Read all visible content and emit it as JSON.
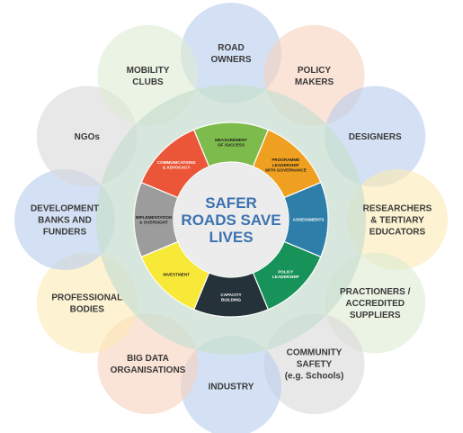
{
  "colors": {
    "ring": "#c9dfd2",
    "center": "#ececec",
    "center_text": "#3b72b0",
    "outer_text": "#3a3a3a"
  },
  "center": {
    "lines": [
      "SAFER",
      "ROADS SAVE",
      "LIVES"
    ]
  },
  "segments": [
    {
      "lines": [
        "MEASUREMENT",
        "OF SUCCESS"
      ],
      "color": "#7dbb4c",
      "text_color": "#1f1f1f"
    },
    {
      "lines": [
        "PROGRAMME",
        "LEADERSHIP",
        "WITH GOVERNANCE"
      ],
      "color": "#f0a020",
      "text_color": "#1f1f1f"
    },
    {
      "lines": [
        "ASSESSMENTS"
      ],
      "color": "#2d7ea8",
      "text_color": "#ffffff"
    },
    {
      "lines": [
        "POLICY",
        "LEADERSHIP"
      ],
      "color": "#179258",
      "text_color": "#ffffff"
    },
    {
      "lines": [
        "CAPACITY",
        "BUILDING"
      ],
      "color": "#25323a",
      "text_color": "#ffffff"
    },
    {
      "lines": [
        "INVESTMENT"
      ],
      "color": "#f8e838",
      "text_color": "#1f1f1f"
    },
    {
      "lines": [
        "IMPLEMENTATION",
        "& OVERSIGHT"
      ],
      "color": "#9c9c9c",
      "text_color": "#1f1f1f"
    },
    {
      "lines": [
        "COMMUNICATIONS",
        "& ADVOCACY"
      ],
      "color": "#ec5638",
      "text_color": "#ffffff"
    }
  ],
  "stakeholders": [
    {
      "lines": [
        "ROAD",
        "OWNERS"
      ],
      "color": "#b8cdec"
    },
    {
      "lines": [
        "POLICY",
        "MAKERS"
      ],
      "color": "#f7d1bd"
    },
    {
      "lines": [
        "DESIGNERS"
      ],
      "color": "#b8cdec"
    },
    {
      "lines": [
        "RESEARCHERS",
        "& TERTIARY",
        "EDUCATORS"
      ],
      "color": "#fbe9b3"
    },
    {
      "lines": [
        "PRACTIONERS /",
        "ACCREDITED",
        "SUPPLIERS"
      ],
      "color": "#dcebd2"
    },
    {
      "lines": [
        "COMMUNITY",
        "SAFETY",
        "(e.g. Schools)"
      ],
      "color": "#d9d9d9"
    },
    {
      "lines": [
        "INDUSTRY"
      ],
      "color": "#b8cdec"
    },
    {
      "lines": [
        "BIG DATA",
        "ORGANISATIONS"
      ],
      "color": "#f7d1bd"
    },
    {
      "lines": [
        "PROFESSIONAL",
        "BODIES"
      ],
      "color": "#fbe9b3"
    },
    {
      "lines": [
        "DEVELOPMENT",
        "BANKS AND",
        "FUNDERS"
      ],
      "color": "#b8cdec"
    },
    {
      "lines": [
        "NGOs"
      ],
      "color": "#d9d9d9"
    },
    {
      "lines": [
        "MOBILITY",
        "CLUBS"
      ],
      "color": "#dcebd2"
    }
  ]
}
